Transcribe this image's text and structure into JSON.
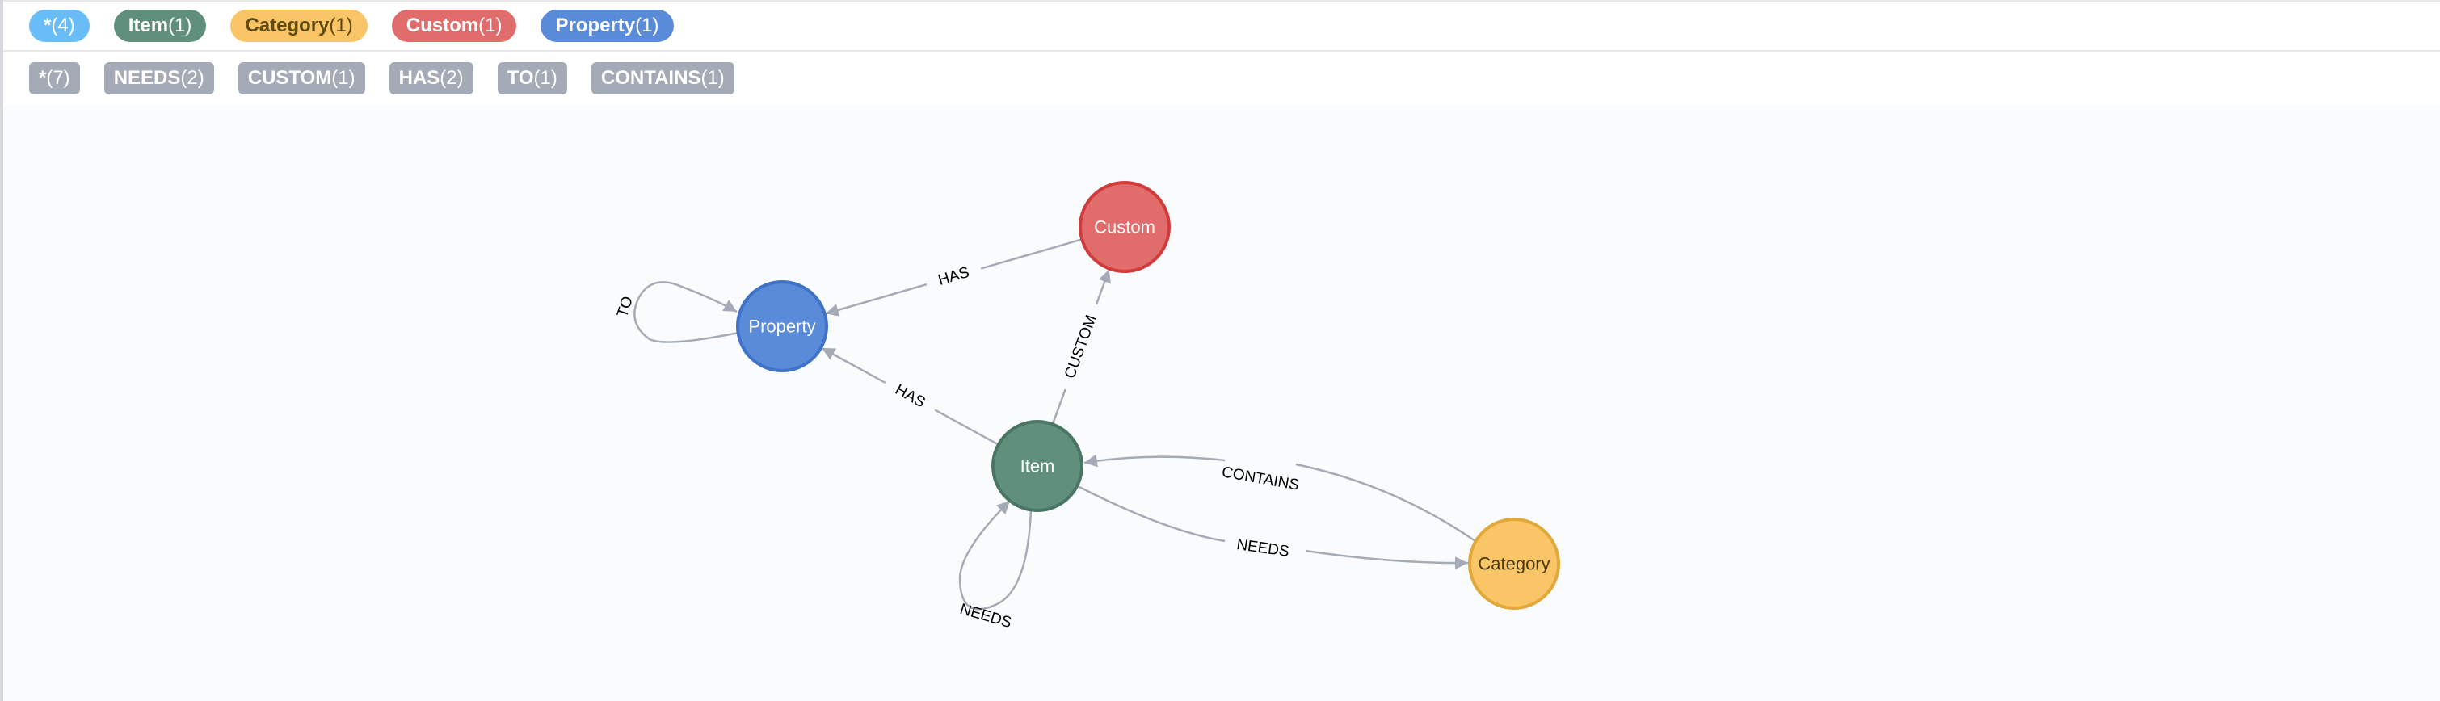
{
  "node_labels": [
    {
      "name": "*",
      "count": "(4)",
      "bg": "#68bdf6",
      "fg": "#ffffff"
    },
    {
      "name": "Item",
      "count": "(1)",
      "bg": "#60907c",
      "fg": "#ffffff"
    },
    {
      "name": "Category",
      "count": "(1)",
      "bg": "#f9c566",
      "fg": "#604a0e"
    },
    {
      "name": "Custom",
      "count": "(1)",
      "bg": "#e06c6c",
      "fg": "#ffffff"
    },
    {
      "name": "Property",
      "count": "(1)",
      "bg": "#5a8bd8",
      "fg": "#ffffff"
    }
  ],
  "relationship_types": [
    {
      "name": "*",
      "count": "(7)"
    },
    {
      "name": "NEEDS",
      "count": "(2)"
    },
    {
      "name": "CUSTOM",
      "count": "(1)"
    },
    {
      "name": "HAS",
      "count": "(2)"
    },
    {
      "name": "TO",
      "count": "(1)"
    },
    {
      "name": "CONTAINS",
      "count": "(1)"
    }
  ],
  "graph": {
    "nodes": [
      {
        "id": "item",
        "label": "Item",
        "fill": "#60907c",
        "stroke": "#4a7463",
        "text_color": "#ffffff"
      },
      {
        "id": "custom",
        "label": "Custom",
        "fill": "#e06c6c",
        "stroke": "#d23b3b",
        "text_color": "#ffffff"
      },
      {
        "id": "property",
        "label": "Property",
        "fill": "#5a8bd8",
        "stroke": "#3e73c8",
        "text_color": "#ffffff"
      },
      {
        "id": "category",
        "label": "Category",
        "fill": "#f9c566",
        "stroke": "#e3a83a",
        "text_color": "#4a3a10"
      }
    ],
    "edges": [
      {
        "from": "custom",
        "to": "property",
        "type": "HAS"
      },
      {
        "from": "item",
        "to": "property",
        "type": "HAS"
      },
      {
        "from": "item",
        "to": "custom",
        "type": "CUSTOM"
      },
      {
        "from": "category",
        "to": "item",
        "type": "CONTAINS"
      },
      {
        "from": "item",
        "to": "category",
        "type": "NEEDS"
      },
      {
        "from": "item",
        "to": "item",
        "type": "NEEDS"
      },
      {
        "from": "property",
        "to": "property",
        "type": "TO"
      }
    ]
  },
  "colors": {
    "edge": "#a5abb6",
    "canvas_bg": "#f9fbfd",
    "tag_bg": "#a5abb6"
  }
}
